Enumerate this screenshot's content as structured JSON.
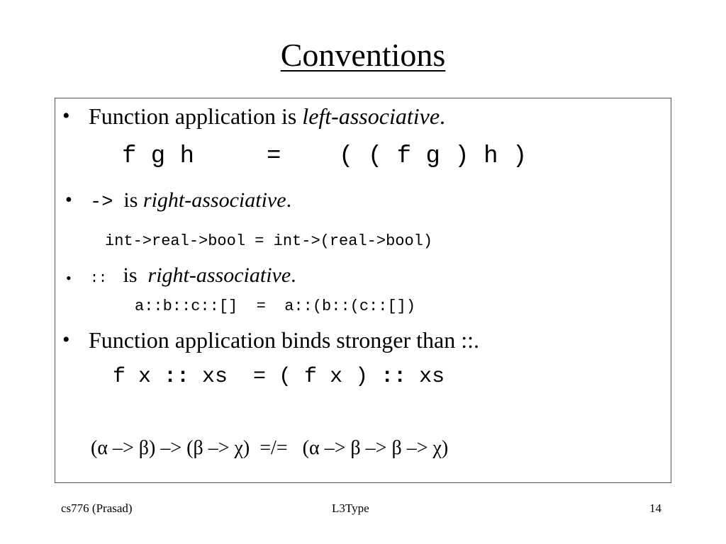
{
  "slide": {
    "title": "Conventions"
  },
  "bullets": {
    "b1": {
      "bullet": "•",
      "text_before": "Function application is ",
      "text_italic": "left-associative",
      "text_after": ".",
      "example": "f g h     =    ( ( f g ) h )"
    },
    "b2": {
      "bullet": "•",
      "operator": "->",
      "text_is": "is",
      "text_italic": "right-associative",
      "text_after": ".",
      "example": "int->real->bool = int->(real->bool)"
    },
    "b3": {
      "bullet": "•",
      "operator": "::",
      "text_is": "is",
      "text_italic": "right-associative",
      "text_after": ".",
      "example": "a::b::c::[]  =  a::(b::(c::[])"
    },
    "b4": {
      "bullet": "•",
      "text": "Function application binds stronger than ::.",
      "example_part1": "f x ",
      "example_op1": "::",
      "example_part2": " xs  = ( f x ) ",
      "example_op2": "::",
      "example_part3": " xs"
    },
    "type_expr": "(α –> β) –> (β –> χ)  =/=   (α –> β –> β –> χ)"
  },
  "footer": {
    "left": "cs776 (Prasad)",
    "center": "L3Type",
    "right": "14"
  }
}
